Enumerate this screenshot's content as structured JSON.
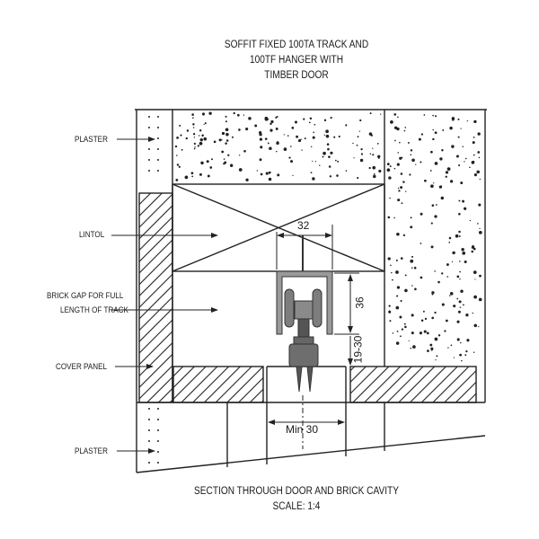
{
  "title": {
    "line1": "SOFFIT FIXED 100TA TRACK AND",
    "line2": "100TF HANGER WITH",
    "line3": "TIMBER DOOR"
  },
  "labels": {
    "plaster_top": "PLASTER",
    "lintol": "LINTOL",
    "brick_gap_1": "BRICK GAP FOR FULL",
    "brick_gap_2": "LENGTH OF TRACK",
    "cover_panel": "COVER PANEL",
    "plaster_bottom": "PLASTER"
  },
  "dimensions": {
    "track_width": "32",
    "track_height": "36",
    "gap": "19-30",
    "door_min": "Min 30"
  },
  "caption": {
    "line1": "SECTION THROUGH DOOR AND BRICK CAVITY",
    "line2": "SCALE: 1:4"
  }
}
